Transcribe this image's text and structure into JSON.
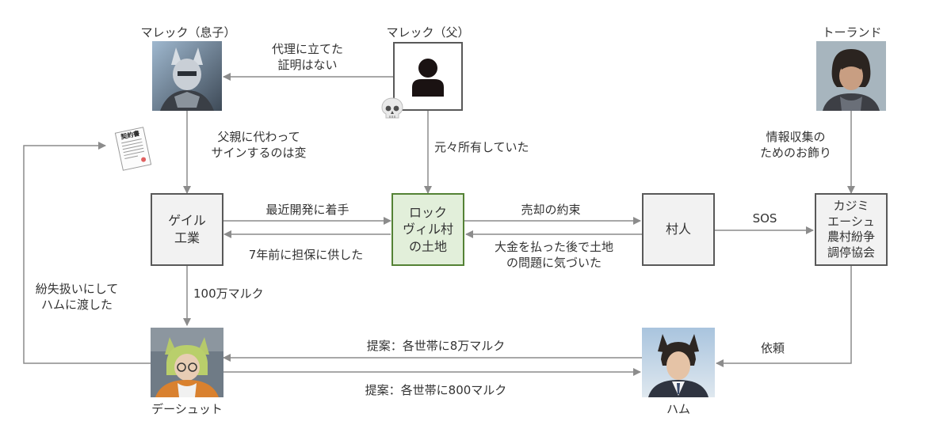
{
  "nodes": {
    "marek_son": "マレック（息子）",
    "marek_father": "マレック（父）",
    "torand": "トーランド",
    "gale": "ゲイル\n工業",
    "rockville": "ロック\nヴィル村\nの土地",
    "villagers": "村人",
    "kajimi": "カジミ\nエーシュ\n農村紛争\n調停協会",
    "deshut": "デーシュット",
    "ham": "ハム"
  },
  "document": {
    "title": "契約書"
  },
  "edges": {
    "father_to_son": "代理に立てた\n証明はない",
    "son_to_gale": "父親に代わって\nサインするのは変",
    "father_to_land": "元々所有していた",
    "torand_to_kajimi": "情報収集の\nためのお飾り",
    "gale_to_land": "最近開発に着手",
    "land_to_gale": "7年前に担保に供した",
    "land_to_villagers": "売却の約束",
    "villagers_to_land": "大金を払った後で土地\nの問題に気づいた",
    "villagers_to_kajimi": "SOS",
    "gale_to_deshut": "100万マルク",
    "deshut_to_doc": "紛失扱いにして\nハムに渡した",
    "kajimi_to_ham": "依頼",
    "ham_offer": "提案：各世帯に8万マルク",
    "deshut_offer": "提案：各世帯に800マルク"
  },
  "colors": {
    "box_fill": "#f2f2f2",
    "box_border": "#595959",
    "land_fill": "#e2efda",
    "land_border": "#548235",
    "arrow": "#8c8c8c"
  },
  "icons": [
    "person-icon",
    "skull-icon",
    "contract-document-icon"
  ]
}
